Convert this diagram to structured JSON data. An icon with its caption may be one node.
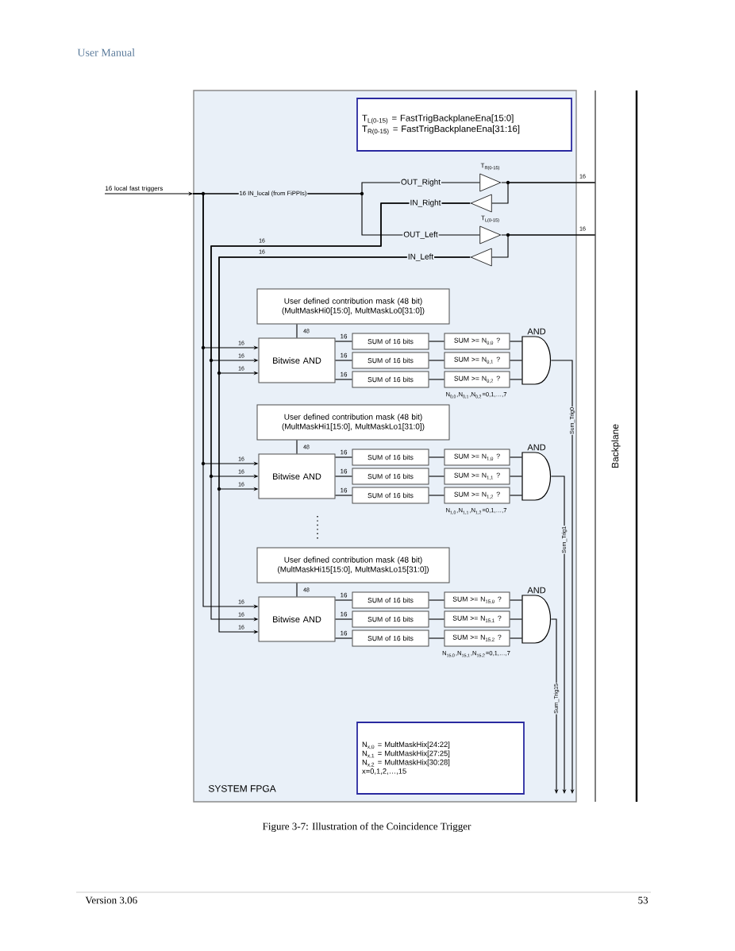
{
  "diagram": {
    "caption": "Figure 3-7: Illustration of the Coincidence Trigger",
    "nodes": [
      {
        "text": [
          "SYSTEM FPGA"
        ]
      },
      {
        "text": [
          "T$_{L(0-15)}$ = FastTrigBackplaneEna[15:0]",
          "T$_{R(0-15)}$ = FastTrigBackplaneEna[31:16]"
        ],
        "in": 0
      },
      {
        "text": [
          "16 local fast triggers"
        ]
      },
      {
        "text": [],
        "shape": "triangle",
        "in": 0,
        "beside": [
          "T$_{R(0-15)}$"
        ]
      },
      {
        "text": [],
        "shape": "triangle",
        "in": 0
      },
      {
        "text": [],
        "shape": "triangle",
        "in": 0,
        "beside": [
          "T$_{L(0-15)}$"
        ]
      },
      {
        "text": [],
        "shape": "triangle",
        "in": 0
      },
      {
        "text": [
          "Backplane"
        ]
      },
      {
        "text": [
          "User defined contribution mask (48 bit) (MultMaskHi0[15:0], MultMaskLo0[31:0])"
        ],
        "in": 0
      },
      {
        "text": [
          "Bitwise AND"
        ],
        "in": 0
      },
      {
        "text": [
          "SUM of 16 bits"
        ],
        "in": 0
      },
      {
        "text": [
          "SUM of 16 bits"
        ],
        "in": 0
      },
      {
        "text": [
          "SUM of 16 bits"
        ],
        "in": 0
      },
      {
        "text": [
          "SUM >= N$_{0,0}$ ?"
        ],
        "in": 0
      },
      {
        "text": [
          "SUM >= N$_{0,1}$ ?"
        ],
        "in": 0
      },
      {
        "text": [
          "SUM >= N$_{0,2}$ ?"
        ],
        "in": 0
      },
      {
        "text": [
          "AND"
        ],
        "in": 0
      },
      {
        "text": [
          "User defined contribution mask (48 bit) (MultMaskHi1[15:0], MultMaskLo1[31:0])"
        ],
        "in": 0
      },
      {
        "text": [
          "Bitwise AND"
        ],
        "in": 0
      },
      {
        "text": [
          "SUM of 16 bits"
        ],
        "in": 0
      },
      {
        "text": [
          "SUM of 16 bits"
        ],
        "in": 0
      },
      {
        "text": [
          "SUM of 16 bits"
        ],
        "in": 0
      },
      {
        "text": [
          "SUM >= N$_{1,0}$ ?"
        ],
        "in": 0
      },
      {
        "text": [
          "SUM >= N$_{1,1}$ ?"
        ],
        "in": 0
      },
      {
        "text": [
          "SUM >= N$_{1,2}$ ?"
        ],
        "in": 0
      },
      {
        "text": [
          "AND"
        ],
        "in": 0
      },
      {
        "text": [
          "User defined contribution mask (48 bit) (MultMaskHi15[15:0], MultMaskLo15[31:0])"
        ],
        "in": 0
      },
      {
        "text": [
          "Bitwise AND"
        ],
        "in": 0
      },
      {
        "text": [
          "SUM of 16 bits"
        ],
        "in": 0
      },
      {
        "text": [
          "SUM of 16 bits"
        ],
        "in": 0
      },
      {
        "text": [
          "SUM of 16 bits"
        ],
        "in": 0
      },
      {
        "text": [
          "SUM >= N$_{15,0}$ ?"
        ],
        "in": 0
      },
      {
        "text": [
          "SUM >= N$_{15,1}$ ?"
        ],
        "in": 0
      },
      {
        "text": [
          "SUM >= N$_{15,2}$ ?"
        ],
        "in": 0
      },
      {
        "text": [
          "AND"
        ],
        "in": 0
      },
      {
        "text": [
          "N$_{x,0}$ = MultMaskHix[24:22]",
          "N$_{x,1}$ = MultMaskHix[27:25]",
          "N$_{x,2}$ = MultMaskHix[30:28]",
          "x=0,1,2,…,15"
        ],
        "in": 0
      }
    ],
    "edges": [
      {
        "from": 2,
        "to": 0,
        "arrow": "to"
      },
      {
        "from": 0,
        "to": 3,
        "arrow": "none",
        "label": "16 IN_local (from FiPPIs)"
      },
      {
        "from": 0,
        "to": 5,
        "arrow": "none"
      },
      {
        "from": 3,
        "to": 7,
        "arrow": "none",
        "label": "16"
      },
      {
        "from": 7,
        "to": 4,
        "arrow": "none"
      },
      {
        "from": 5,
        "to": 7,
        "arrow": "none",
        "label": "16"
      },
      {
        "from": 7,
        "to": 6,
        "arrow": "none"
      },
      {
        "from": 0,
        "to": 9,
        "arrow": "to",
        "label": "16"
      },
      {
        "from": 4,
        "to": 9,
        "arrow": "to",
        "label": "16"
      },
      {
        "from": 6,
        "to": 9,
        "arrow": "to",
        "label": "16"
      },
      {
        "from": 8,
        "to": 9,
        "arrow": "none",
        "label": "48"
      },
      {
        "from": 9,
        "to": 10,
        "arrow": "none",
        "label": "16"
      },
      {
        "from": 9,
        "to": 11,
        "arrow": "none",
        "label": "16"
      },
      {
        "from": 9,
        "to": 12,
        "arrow": "none",
        "label": "16"
      },
      {
        "from": 10,
        "to": 13,
        "arrow": "none"
      },
      {
        "from": 11,
        "to": 14,
        "arrow": "none"
      },
      {
        "from": 12,
        "to": 15,
        "arrow": "none"
      },
      {
        "from": 13,
        "to": 16,
        "arrow": "none"
      },
      {
        "from": 14,
        "to": 16,
        "arrow": "none"
      },
      {
        "from": 15,
        "to": 16,
        "arrow": "none"
      },
      {
        "from": 16,
        "to": null,
        "arrow": "to",
        "label": "Sum_Trig0"
      },
      {
        "from": 0,
        "to": 18,
        "arrow": "to",
        "label": "16"
      },
      {
        "from": 4,
        "to": 18,
        "arrow": "to",
        "label": "16"
      },
      {
        "from": 6,
        "to": 18,
        "arrow": "to",
        "label": "16"
      },
      {
        "from": 17,
        "to": 18,
        "arrow": "none",
        "label": "48"
      },
      {
        "from": 18,
        "to": 19,
        "arrow": "none",
        "label": "16"
      },
      {
        "from": 18,
        "to": 20,
        "arrow": "none",
        "label": "16"
      },
      {
        "from": 18,
        "to": 21,
        "arrow": "none",
        "label": "16"
      },
      {
        "from": 19,
        "to": 22,
        "arrow": "none"
      },
      {
        "from": 20,
        "to": 23,
        "arrow": "none"
      },
      {
        "from": 21,
        "to": 24,
        "arrow": "none"
      },
      {
        "from": 22,
        "to": 25,
        "arrow": "none"
      },
      {
        "from": 23,
        "to": 25,
        "arrow": "none"
      },
      {
        "from": 24,
        "to": 25,
        "arrow": "none"
      },
      {
        "from": 25,
        "to": null,
        "arrow": "to",
        "label": "Sum_Trig1"
      },
      {
        "from": 0,
        "to": 27,
        "arrow": "to",
        "label": "16"
      },
      {
        "from": 4,
        "to": 27,
        "arrow": "to",
        "label": "16"
      },
      {
        "from": 6,
        "to": 27,
        "arrow": "to",
        "label": "16"
      },
      {
        "from": 26,
        "to": 27,
        "arrow": "none",
        "label": "48"
      },
      {
        "from": 27,
        "to": 28,
        "arrow": "none",
        "label": "16"
      },
      {
        "from": 27,
        "to": 29,
        "arrow": "none",
        "label": "16"
      },
      {
        "from": 27,
        "to": 30,
        "arrow": "none",
        "label": "16"
      },
      {
        "from": 28,
        "to": 31,
        "arrow": "none"
      },
      {
        "from": 29,
        "to": 32,
        "arrow": "none"
      },
      {
        "from": 30,
        "to": 33,
        "arrow": "none"
      },
      {
        "from": 31,
        "to": 34,
        "arrow": "none"
      },
      {
        "from": 32,
        "to": 34,
        "arrow": "none"
      },
      {
        "from": 33,
        "to": 34,
        "arrow": "none"
      },
      {
        "from": 34,
        "to": null,
        "arrow": "to",
        "label": "Sum_Trig15"
      }
    ],
    "labels": [
      "User Manual",
      "OUT_Right",
      "IN_Right",
      "OUT_Left",
      "IN_Left",
      "16",
      "16",
      "N$_{0,0}$,N$_{0,1}$,N$_{0,2}$=0,1,…,7",
      "N$_{1,0}$,N$_{1,1}$,N$_{1,2}$=0,1,…,7",
      "N$_{15,0}$,N$_{15,1}$,N$_{15,2}$=0,1,…,7",
      "Version 3.06",
      "53"
    ]
  }
}
